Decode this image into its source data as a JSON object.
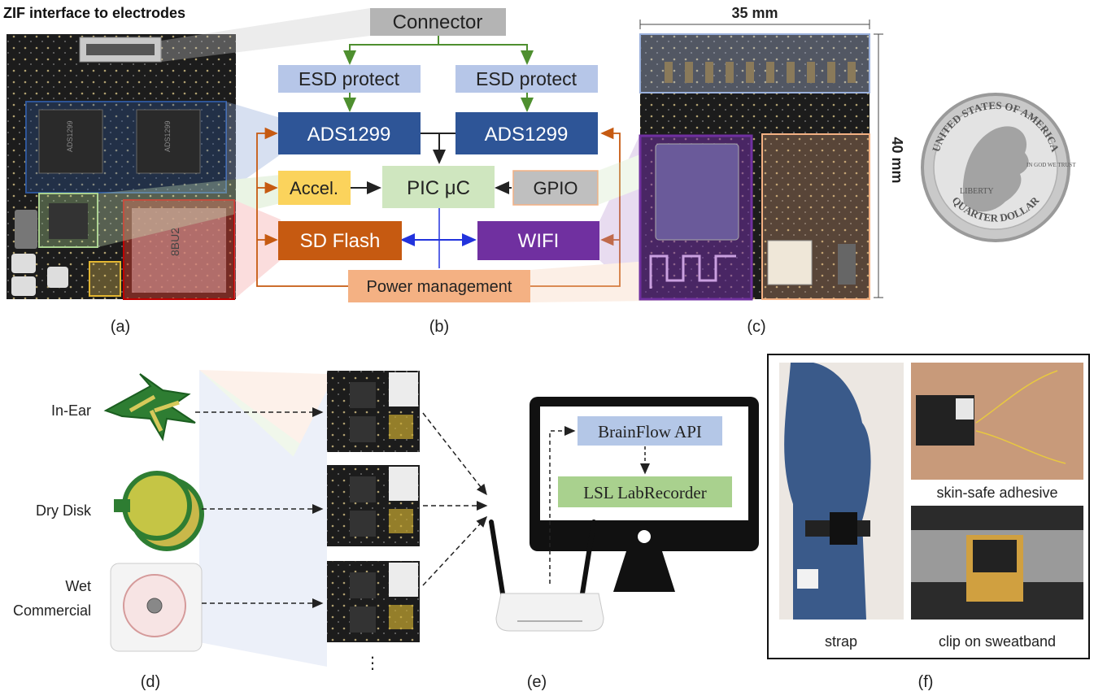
{
  "panel_a": {
    "title": "ZIF interface to electrodes",
    "chip_text_1": "ADS1299",
    "chip_text_2": "ADS1299",
    "sd_text": "8BU2",
    "caption": "(a)"
  },
  "panel_b": {
    "connector": "Connector",
    "esd_left": "ESD protect",
    "esd_right": "ESD protect",
    "ads_left": "ADS1299",
    "ads_right": "ADS1299",
    "accel": "Accel.",
    "pic": "PIC μC",
    "gpio": "GPIO",
    "sd_flash": "SD Flash",
    "wifi": "WIFI",
    "power": "Power management",
    "caption": "(b)"
  },
  "panel_c": {
    "width_label": "35 mm",
    "height_label": "40 mm",
    "coin_top": "UNITED STATES OF AMERICA",
    "coin_bottom": "QUARTER DOLLAR",
    "coin_liberty": "LIBERTY",
    "coin_motto": "IN GOD WE TRUST",
    "caption": "(c)"
  },
  "panel_d": {
    "in_ear": "In-Ear",
    "dry_disk": "Dry Disk",
    "wet_line1": "Wet",
    "wet_line2": "Commercial",
    "ellipsis": "⋮",
    "caption": "(d)"
  },
  "panel_e": {
    "brainflow": "BrainFlow API",
    "lsl": "LSL LabRecorder",
    "caption": "(e)"
  },
  "panel_f": {
    "skin_safe": "skin-safe adhesive",
    "strap": "strap",
    "clip": "clip on sweatband",
    "caption": "(f)"
  },
  "colors": {
    "connector_gray": "#b4b4b4",
    "esd_blue": "#b6c6e8",
    "ads_navy": "#2e5597",
    "accel_yellow": "#fbd35c",
    "pic_green": "#a9d18e",
    "gpio_gray": "#a6a6a6",
    "sd_orange": "#c65a11",
    "wifi_purple": "#7030a0",
    "power_peach": "#f4b183",
    "brainflow_blue": "#b4c7e7",
    "lsl_green": "#a9d18e"
  }
}
